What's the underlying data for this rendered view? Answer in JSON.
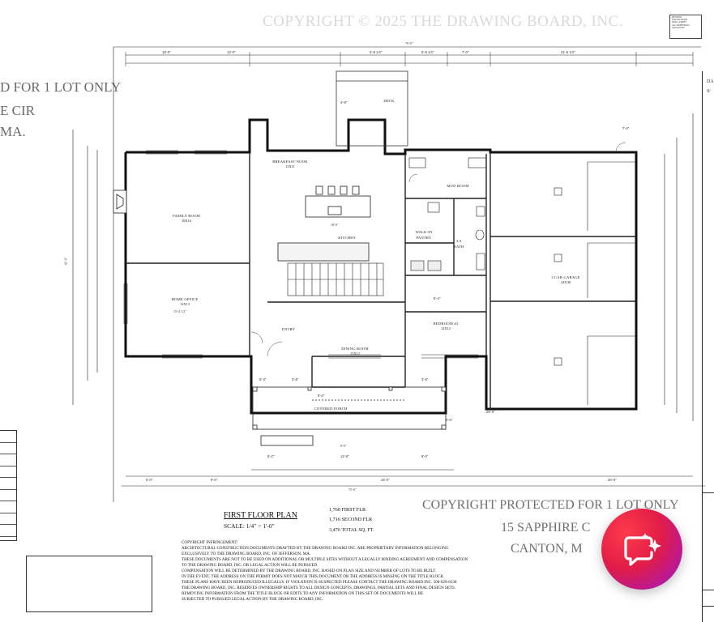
{
  "watermark": {
    "top": "COPYRIGHT © 2025 THE DRAWING BOARD, INC.",
    "left_line1": "D FOR 1 LOT ONLY",
    "left_line2": "E CIR",
    "left_line3": "MA."
  },
  "rooms": {
    "breakfast_nook": "BREAKFAST NOOK",
    "breakfast_dim": "13X11",
    "family_room": "FAMILY ROOM",
    "family_dim": "18X16",
    "kitchen": "KITCHEN",
    "mud_room": "MUD ROOM",
    "walk_in_pantry_1": "WALK-IN",
    "walk_in_pantry_2": "PANTRY",
    "bath_1": "3/4",
    "bath_2": "BATH",
    "garage": "3 CAR GARAGE",
    "garage_dim": "24X38",
    "home_office": "HOME OFFICE",
    "home_office_dim": "13X13",
    "bedroom": "BEDROOM #3",
    "bedroom_dim": "12X12",
    "entry": "ENTRY",
    "dining_room": "DINING ROOM",
    "dining_dim": "13X12",
    "covered_porch": "COVERED PORCH",
    "deck": "DECK"
  },
  "dims": {
    "overall_top": "76'-0\"",
    "overall_bottom": "75'-0\"",
    "kitchen_width": "18'-0\"",
    "office_width": "15'-4 1/2\"",
    "left_height": "42'-0\"",
    "porch": "8'-0\""
  },
  "title": {
    "plan_name": "FIRST FLOOR PLAN",
    "scale": "SCALE: 1/4\" = 1'-0\""
  },
  "areas": {
    "first": "1,760 FIRST FLR",
    "second": "1,716 SECOND FLR",
    "total": "3,476  TOTAL SQ. FT."
  },
  "copyright_block": {
    "line1": "COPYRIGHT PROTECTED FOR 1 LOT ONLY",
    "line2": "15 SAPPHIRE C",
    "line3": "CANTON, M"
  },
  "infringement": {
    "heading": "COPYRIGHT INFRINGEMENT:",
    "l1": "ARCHITECTURAL CONSTRUCTION DOCUMENTS DRAFTED BY THE DRAWING BOARD INC. ARE PROPRIETARY INFORMATION BELONGING",
    "l2": "EXCLUSIVELY TO THE DRAWING BOARD, INC. OF JEFFERSON, MA.",
    "l3": "THESE DOCUMENTS ARE NOT TO BE USED ON ADDITIONAL OR MULTIPLE SITES WITHOUT A LEGALLY BINDING AGREEMENT AND COMPENSATION",
    "l4": "TO THE DRAWING BOARD, INC. OR LEGAL ACTION WILL BE PURSUED.",
    "l5": "COMPENSATION WILL BE DETERMINED BY THE DRAWING BOARD, INC. BASED ON PLAN SIZE AND NUMBER OF LOTS TO BE BUILT.",
    "l6": "IN THE EVENT, THE ADDRESS ON THE PERMIT DOES NOT MATCH THIS DOCUMENT OR THE ADDRESS IS MISSING ON THE TITLE BLOCK",
    "l7": "THESE PLANS HAVE BEEN REPRODUCED ILLEGALLY. IF VIOLATION IS SUSPECTED PLEASE CONTACT THE DRAWING BOARD INC. 508-829-8138",
    "l8": "THE DRAWING BOARD, INC. RESERVES OWNERSHIP RIGHTS TO ALL DESIGN CONCEPTS, DRAWINGS, PARTIAL SETS AND FINAL DESIGN SETS.",
    "l9": "REMOVING INFORMATION FROM THE TITLE BLOCK OR EDITS TO ANY INFORMATION ON THIS SET OF DOCUMENTS WILL BE",
    "l10": "SUBJECTED TO PURSUED LEGAL ACTION BY THE DRAWING BOARD, INC."
  },
  "titleblock": {
    "date_fragment": "DA",
    "date_value": "9/"
  },
  "fab": {
    "icon": "sparkle-chat-icon",
    "gradient_start": "#e11d48",
    "gradient_end": "#8b2be2"
  }
}
